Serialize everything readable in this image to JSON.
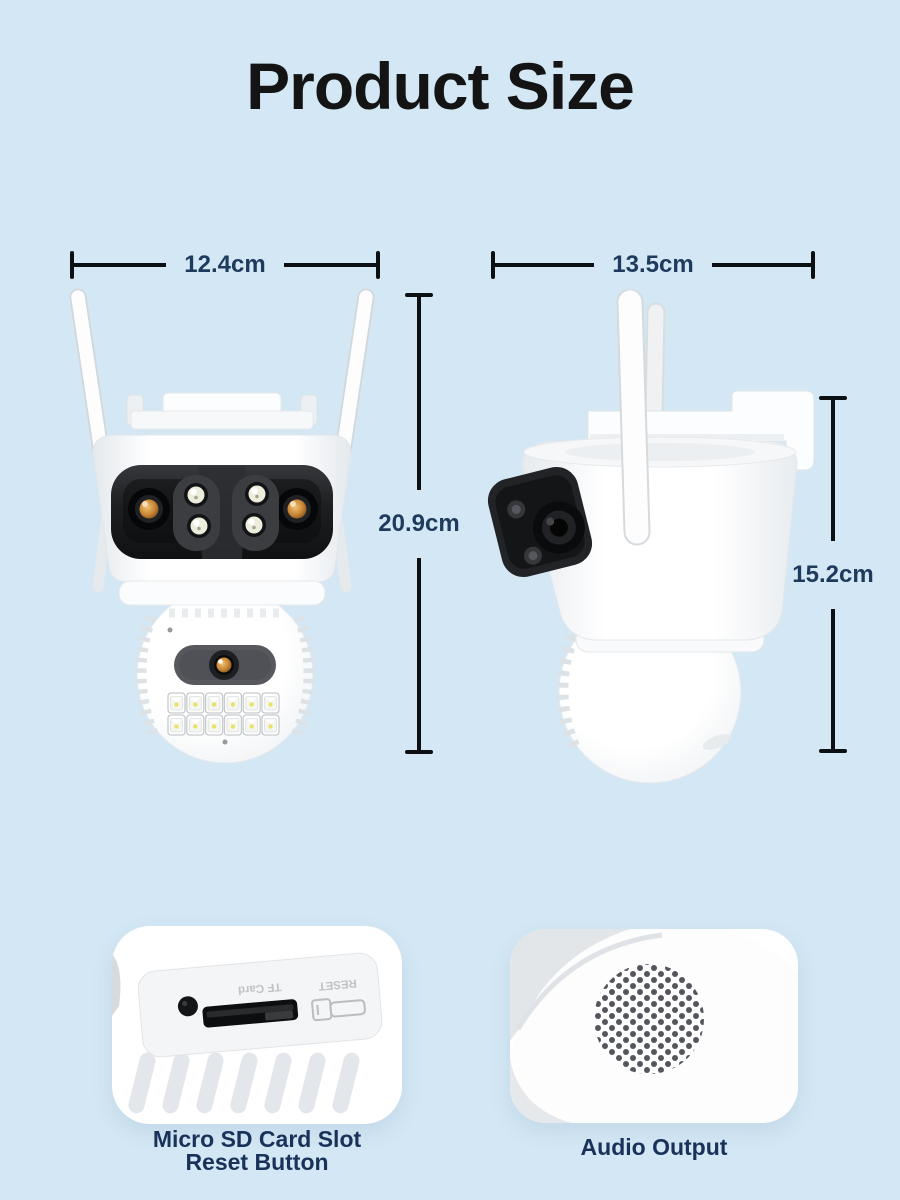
{
  "title": "Product Size",
  "dimensions": {
    "front_width": "12.4cm",
    "side_width": "13.5cm",
    "front_height": "20.9cm",
    "side_height": "15.2cm"
  },
  "insets": {
    "sd_card": {
      "caption_line1": "Micro SD Card Slot",
      "caption_line2": "Reset Button",
      "slot_label": "TF Card",
      "reset_label": "RESET"
    },
    "audio": {
      "caption": "Audio Output"
    }
  },
  "colors": {
    "background": "#d3e7f4",
    "title_text": "#141414",
    "dimension_text": "#1e3a5c",
    "dimension_line": "#0d1013",
    "caption_text": "#18325a",
    "camera_body": "#ffffff",
    "camera_visor": "#1d1e20",
    "lens_amber": "#c98634"
  }
}
